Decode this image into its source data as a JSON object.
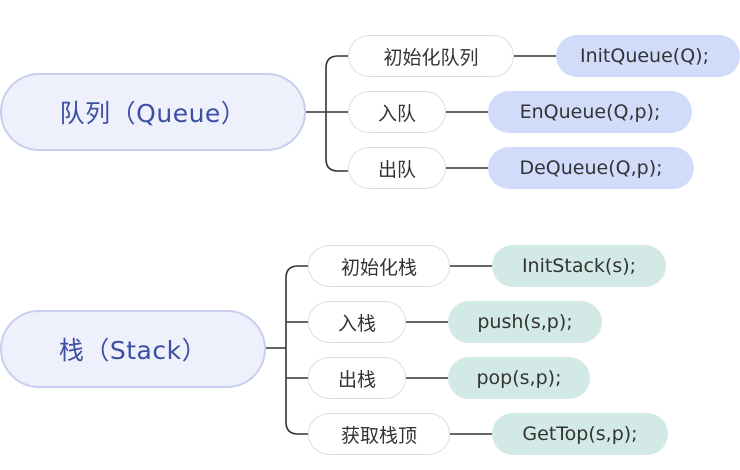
{
  "queue": {
    "root_label": "队列（Queue）",
    "items": [
      {
        "label": "初始化队列",
        "op": "InitQueue(Q);"
      },
      {
        "label": "入队",
        "op": "EnQueue(Q,p);"
      },
      {
        "label": "出队",
        "op": "DeQueue(Q,p);"
      }
    ]
  },
  "stack": {
    "root_label": "栈（Stack）",
    "items": [
      {
        "label": "初始化栈",
        "op": "InitStack(s);"
      },
      {
        "label": "入栈",
        "op": "push(s,p);"
      },
      {
        "label": "出栈",
        "op": "pop(s,p);"
      },
      {
        "label": "获取栈顶",
        "op": "GetTop(s,p);"
      }
    ]
  },
  "colors": {
    "root_fill": "#eef0fc",
    "root_border": "#c9cdee",
    "root_text": "#3c4fa3",
    "queue_leaf_fill": "#d1dcfb",
    "stack_leaf_fill": "#d3e9e5",
    "connector": "#333333"
  }
}
